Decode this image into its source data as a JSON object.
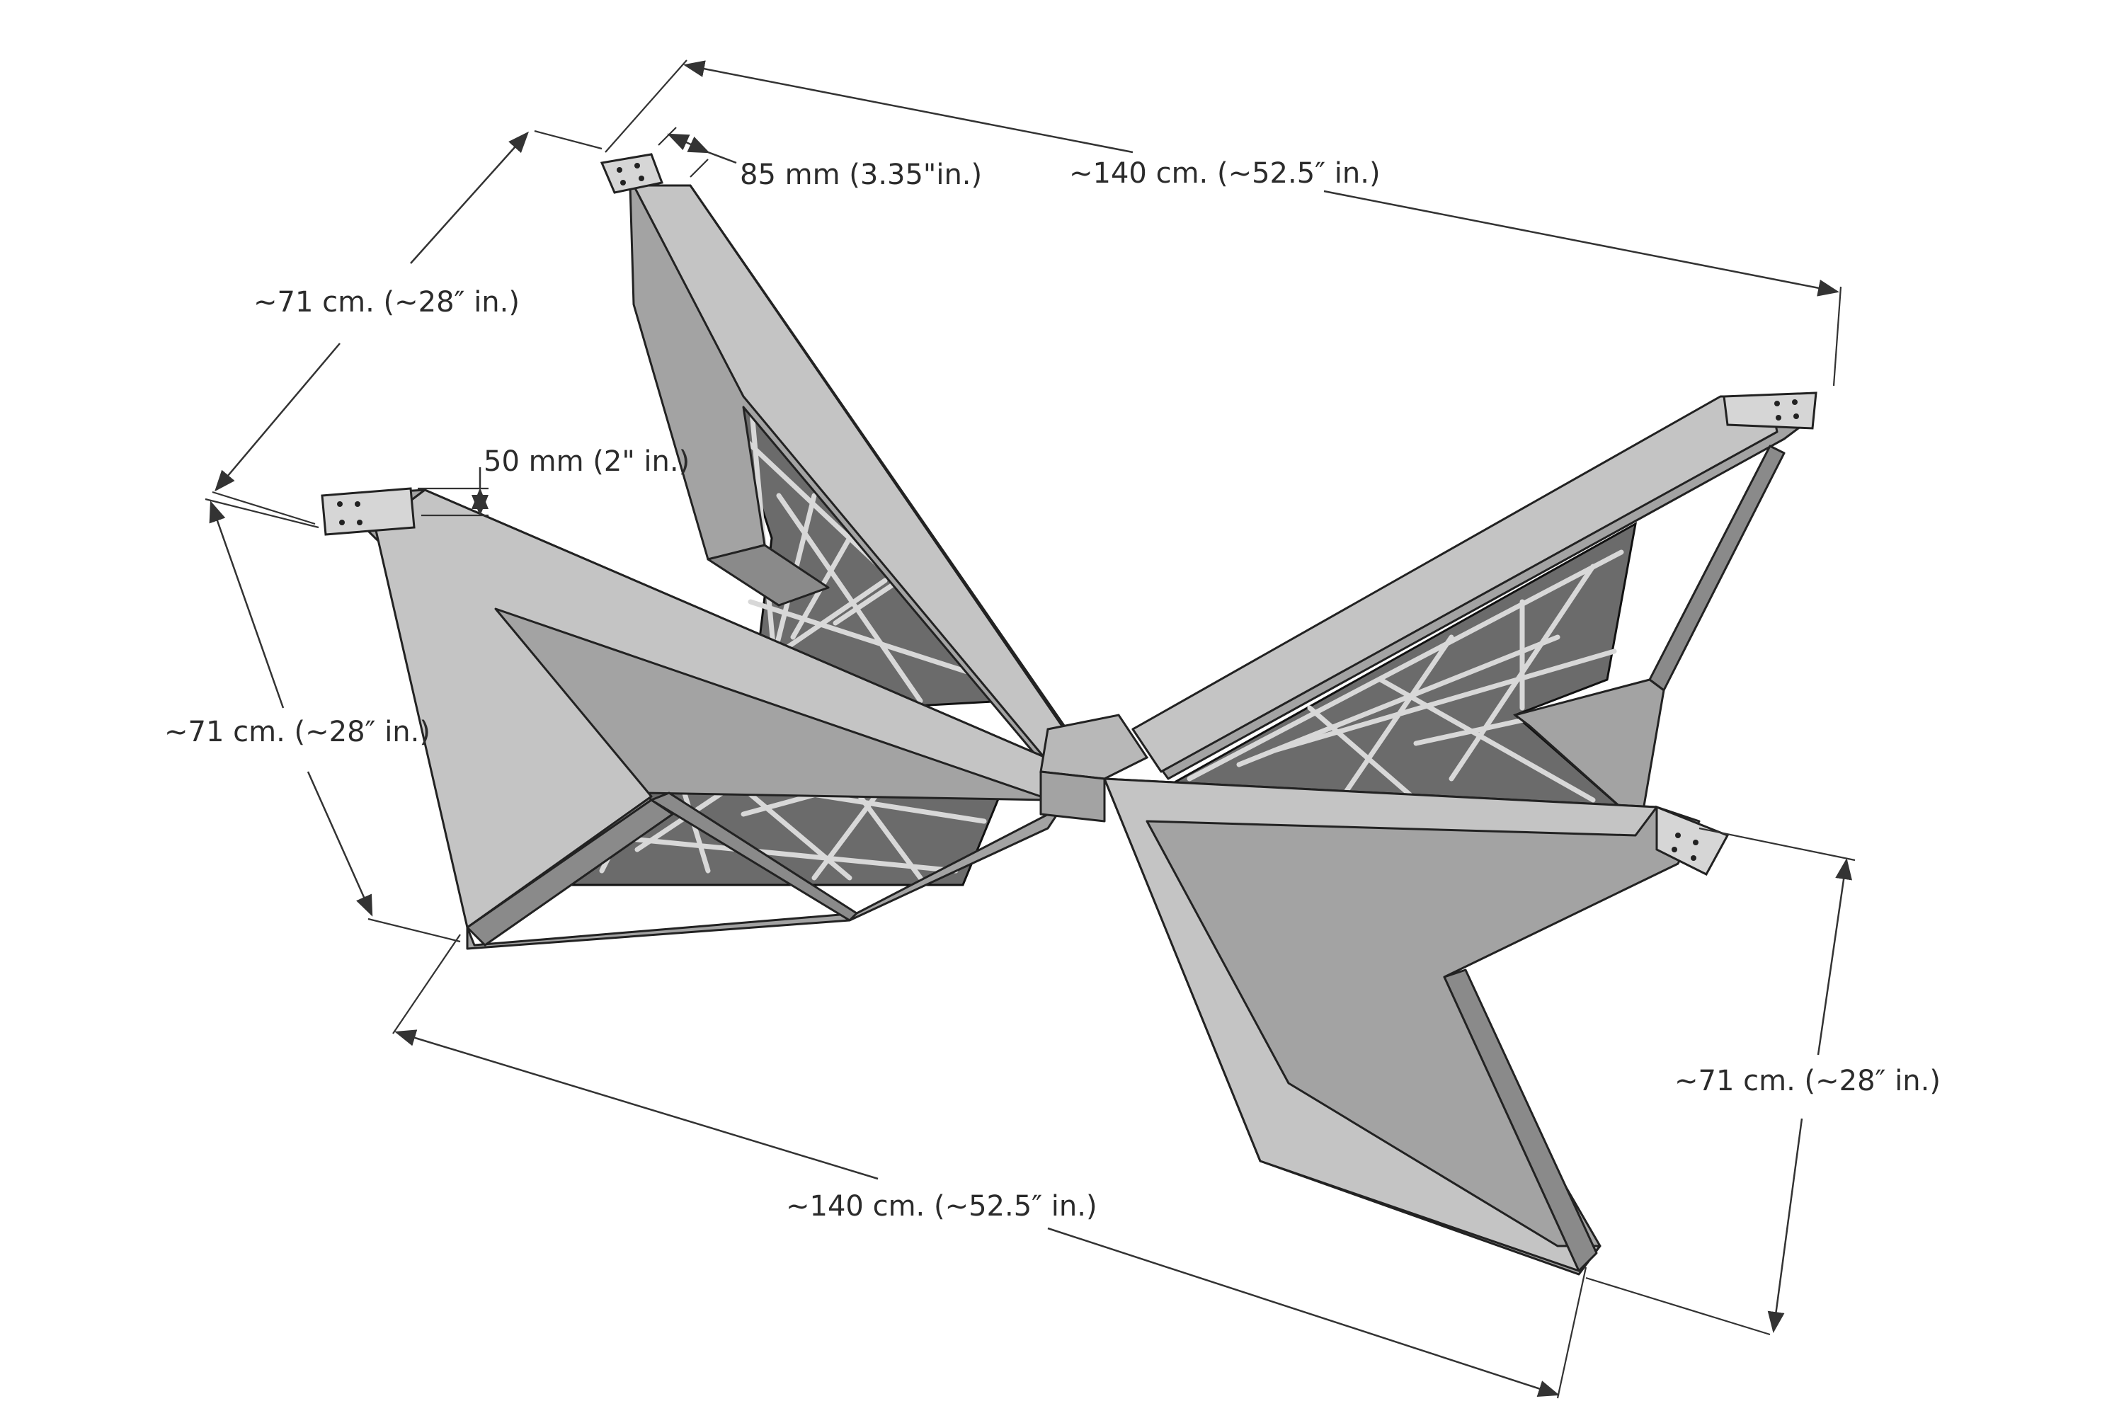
{
  "dimensions": {
    "top_width": "85 mm (3.35\"in.)",
    "top_length": "~140 cm. (~52.5″ in.)",
    "upper_left_arm": "~71 cm. (~28″ in.)",
    "height": "50 mm (2\" in.)",
    "left_arm": "~71 cm. (~28″ in.)",
    "bottom_length": "~140 cm. (~52.5″ in.)",
    "right_arm": "~71 cm. (~28″ in.)"
  },
  "colors": {
    "steel_top": "#c4c4c4",
    "steel_side": "#a3a3a3",
    "outline": "#222222",
    "background": "#ffffff"
  },
  "icons": {
    "mounting_plate": "mounting-plate-icon",
    "bolt_hole": "bolt-hole-icon"
  }
}
